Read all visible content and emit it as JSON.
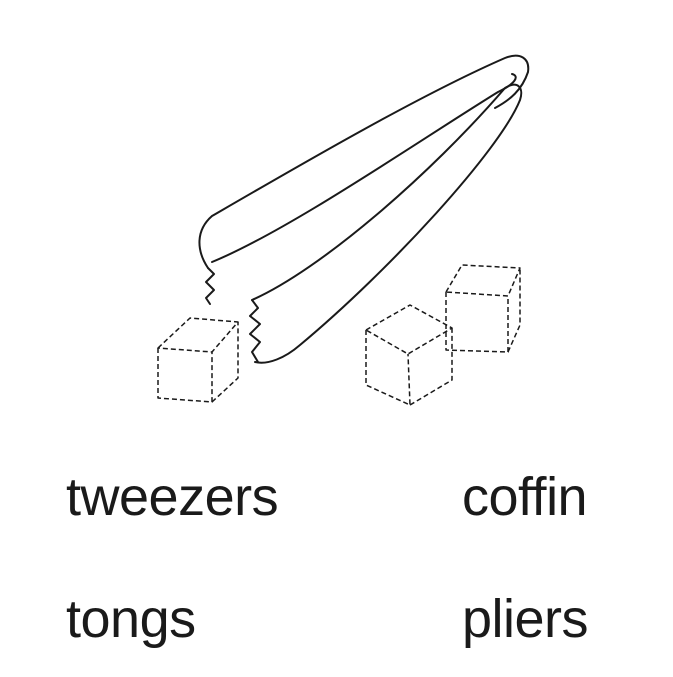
{
  "picture": {
    "icon": "tongs-and-ice-cubes-icon"
  },
  "options": [
    {
      "label": "tweezers"
    },
    {
      "label": "coffin"
    },
    {
      "label": "tongs"
    },
    {
      "label": "pliers"
    }
  ],
  "colors": {
    "ink": "#1a1a1a",
    "background": "#ffffff"
  }
}
